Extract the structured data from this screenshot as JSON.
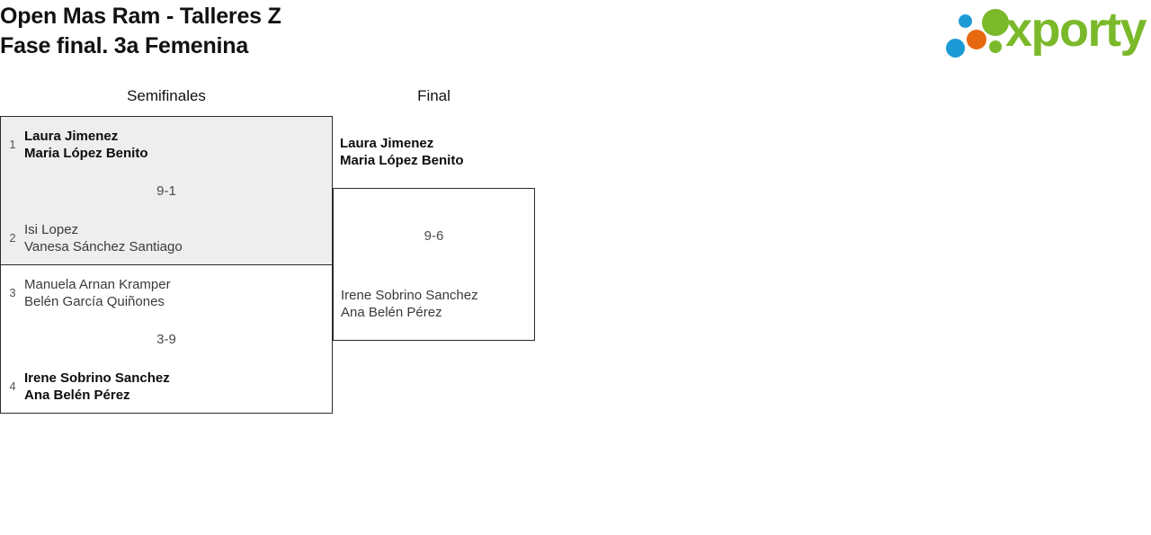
{
  "header": {
    "title_line1": "Open Mas Ram - Talleres Z",
    "title_line2": "Fase final. 3a Femenina",
    "logo_word": "xporty"
  },
  "bracket": {
    "rounds": [
      {
        "label": "Semifinales"
      },
      {
        "label": "Final"
      }
    ],
    "semifinals": [
      {
        "score": "9-1",
        "top": {
          "seed": "1",
          "name1": "Laura Jimenez",
          "name2": "Maria López Benito",
          "result": "winner"
        },
        "bottom": {
          "seed": "2",
          "name1": "Isi Lopez",
          "name2": "Vanesa Sánchez Santiago",
          "result": "loser"
        }
      },
      {
        "score": "3-9",
        "top": {
          "seed": "3",
          "name1": "Manuela Arnan Kramper",
          "name2": "Belén García Quiñones",
          "result": "loser"
        },
        "bottom": {
          "seed": "4",
          "name1": "Irene Sobrino Sanchez",
          "name2": "Ana Belén Pérez",
          "result": "winner"
        }
      }
    ],
    "final": {
      "score": "9-6",
      "top": {
        "name1": "Laura Jimenez",
        "name2": "Maria López Benito",
        "result": "winner"
      },
      "bottom": {
        "name1": "Irene Sobrino Sanchez",
        "name2": "Ana Belén Pérez",
        "result": "loser"
      }
    }
  },
  "colors": {
    "logo_green": "#7ab929",
    "logo_blue": "#1b9ad6",
    "logo_orange": "#e8680f",
    "box_border": "#2b2b2b",
    "box_highlight_bg": "#eeeeee"
  }
}
